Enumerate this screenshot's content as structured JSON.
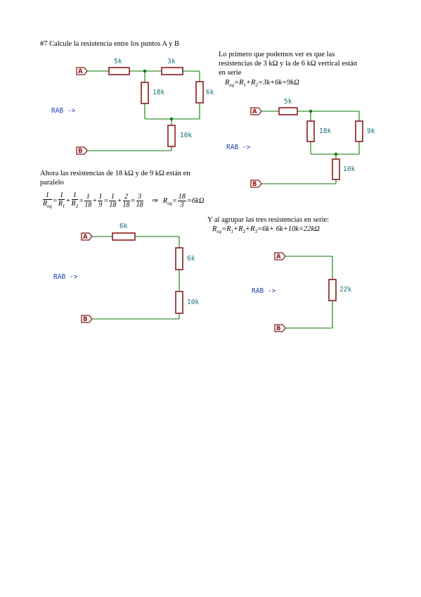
{
  "problem_title": "#7 Calcule la resistencia entre los puntos A y B",
  "step1": {
    "line1": "Lo  primero que podemos ver es que las",
    "line2": "resistencias de 3 kΩ y la de 6 kΩ vertical están",
    "line3": "en serie",
    "equation": "R_eq = R1 + R2 = 3k + 6k = 9kΩ"
  },
  "step2": {
    "line1": "Ahora las resistencias de 18 kΩ y de 9 kΩ están  en",
    "line2": "paralelo"
  },
  "step3": {
    "line1": "Y al agrupar las tres resistencias en serie:",
    "equation": "R_eq = R1 + R2 + R3 = 6k + 6k + 10k = 22kΩ"
  },
  "circuit_labels": {
    "port_a": "A",
    "port_b": "B",
    "rab": "RAB  ->",
    "r5k": "5k",
    "r3k": "3k",
    "r18k": "18k",
    "r6k": "6k",
    "r10k": "10k",
    "r9k": "9k",
    "r22k": "22k"
  }
}
